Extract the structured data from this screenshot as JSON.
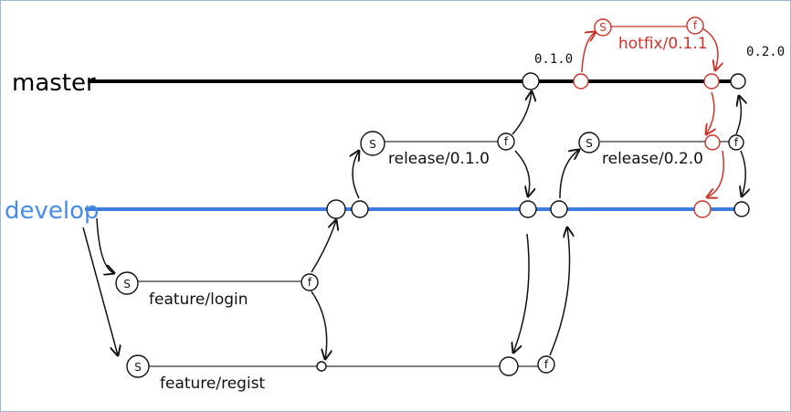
{
  "colors": {
    "master": "#000000",
    "develop": "#3b7de0",
    "branch": "#333333",
    "hotfix": "#c8342b",
    "develop_label": "#4a8be8"
  },
  "lanes": {
    "master": "master",
    "develop": "develop"
  },
  "branches": {
    "feature_login": "feature/login",
    "feature_regist": "feature/regist",
    "release_010": "release/0.1.0",
    "release_020": "release/0.2.0",
    "hotfix_011": "hotfix/0.1.1"
  },
  "tags": {
    "v010": "0.1.0",
    "v020": "0.2.0"
  },
  "node_letters": {
    "start": "S",
    "finish": "f"
  }
}
